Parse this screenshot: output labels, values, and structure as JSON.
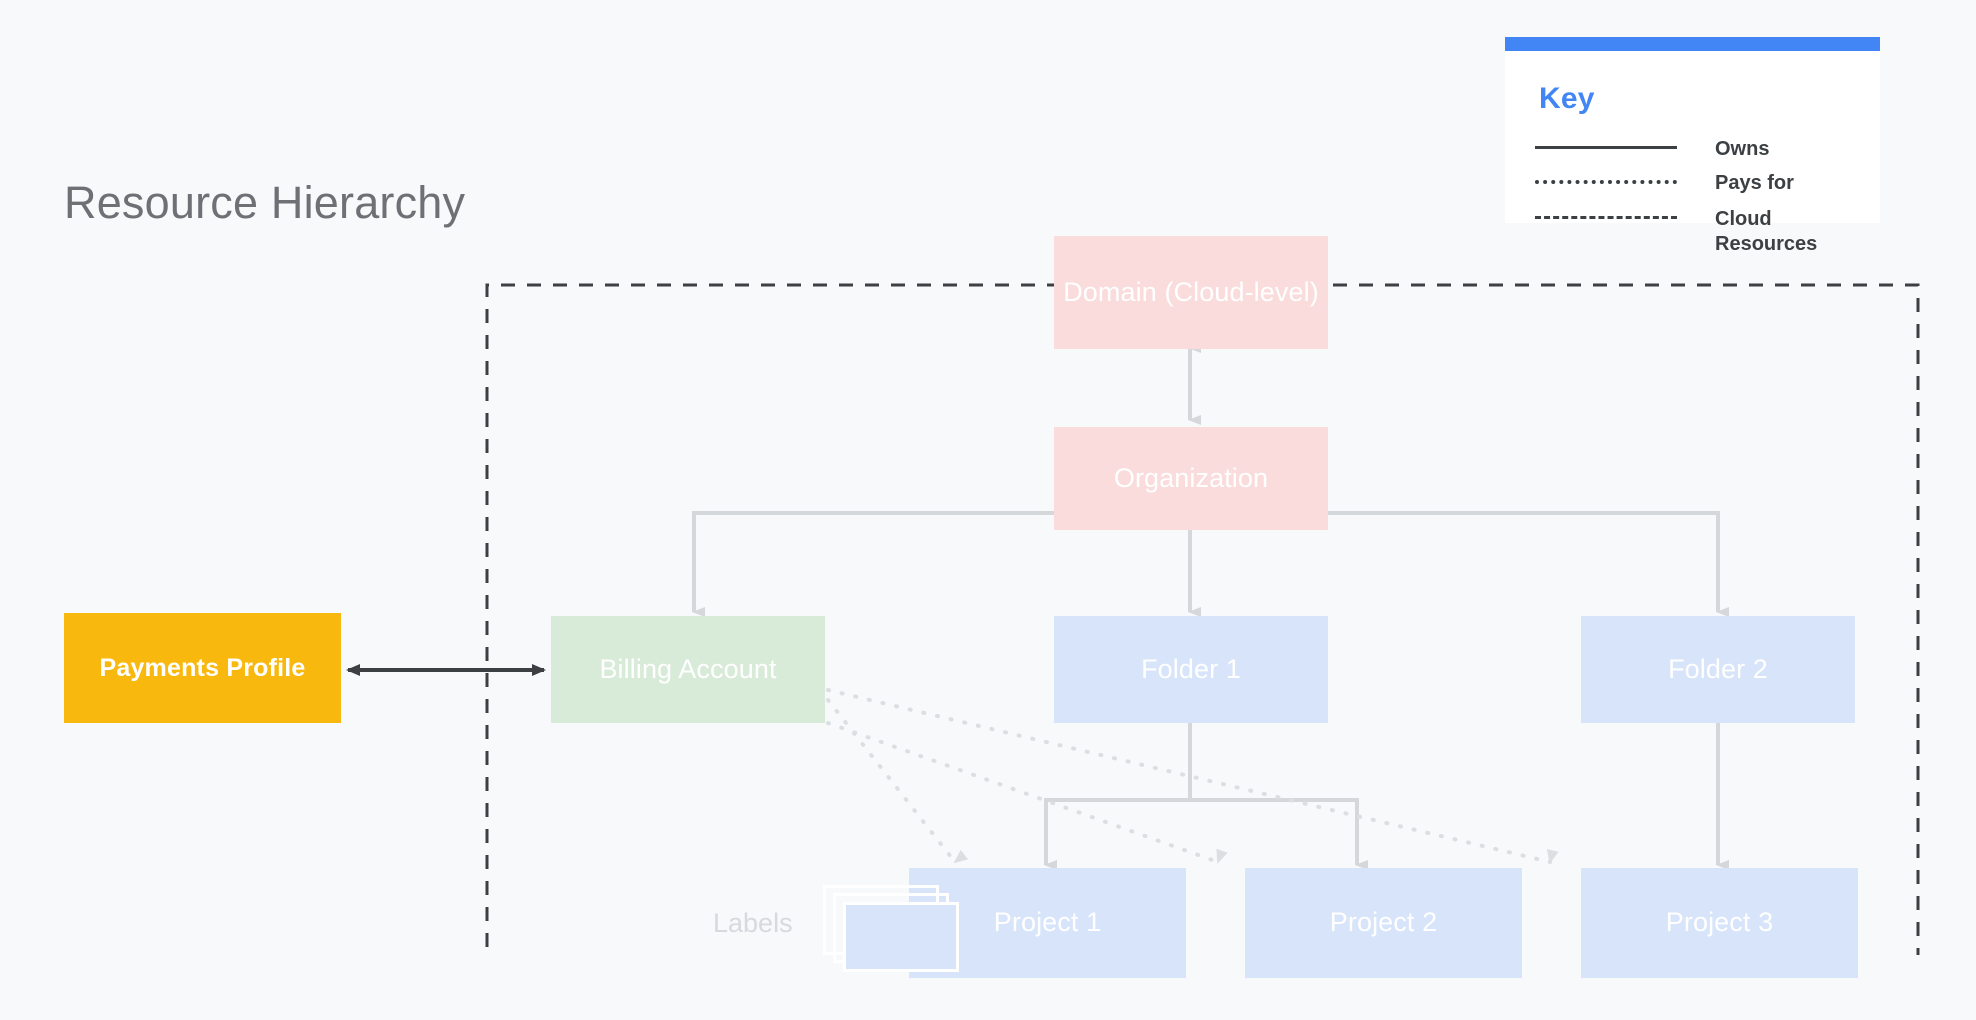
{
  "page": {
    "title": "Resource Hierarchy",
    "background_color": "#f7f9fa",
    "title_color": "#6d7175"
  },
  "key": {
    "title": "Key",
    "accent_color": "#4285f4",
    "rows": [
      {
        "style": "solid",
        "label": "Owns"
      },
      {
        "style": "dotted",
        "label": "Pays for"
      },
      {
        "style": "dashed",
        "label": "Cloud Resources"
      }
    ]
  },
  "diagram": {
    "type": "hierarchy",
    "boundary": {
      "name": "cloud-resources-boundary",
      "style": "dashed",
      "color": "#3c4043"
    },
    "nodes": [
      {
        "id": "domain",
        "label": "Domain (Cloud-level)",
        "color": "#f9dcdb",
        "text_color": "#ffffff"
      },
      {
        "id": "organization",
        "label": "Organization",
        "color": "#f9dcdb",
        "text_color": "#ffffff"
      },
      {
        "id": "billing_account",
        "label": "Billing Account",
        "color": "#d8ead8",
        "text_color": "#ffffff"
      },
      {
        "id": "folder_1",
        "label": "Folder 1",
        "color": "#d7e4fa",
        "text_color": "#ffffff"
      },
      {
        "id": "folder_2",
        "label": "Folder 2",
        "color": "#d7e4fa",
        "text_color": "#ffffff"
      },
      {
        "id": "project_1",
        "label": "Project 1",
        "color": "#d7e4fa",
        "text_color": "#ffffff"
      },
      {
        "id": "project_2",
        "label": "Project 2",
        "color": "#d7e4fa",
        "text_color": "#ffffff"
      },
      {
        "id": "project_3",
        "label": "Project 3",
        "color": "#d7e4fa",
        "text_color": "#ffffff"
      },
      {
        "id": "payments_profile",
        "label": "Payments Profile",
        "color": "#f9b80e",
        "text_color": "#ffffff"
      }
    ],
    "annotations": [
      {
        "id": "labels",
        "label": "Labels",
        "text_color": "#d6dade"
      }
    ],
    "edges": [
      {
        "from": "payments_profile",
        "to": "billing_account",
        "style": "solid",
        "arrow": "both",
        "relation": "Owns"
      },
      {
        "from": "domain",
        "to": "organization",
        "style": "solid",
        "arrow": "both",
        "relation": "Owns"
      },
      {
        "from": "organization",
        "to": "billing_account",
        "style": "solid",
        "arrow": "end",
        "relation": "Owns"
      },
      {
        "from": "organization",
        "to": "folder_1",
        "style": "solid",
        "arrow": "end",
        "relation": "Owns"
      },
      {
        "from": "organization",
        "to": "folder_2",
        "style": "solid",
        "arrow": "end",
        "relation": "Owns"
      },
      {
        "from": "folder_1",
        "to": "project_1",
        "style": "solid",
        "arrow": "end",
        "relation": "Owns"
      },
      {
        "from": "folder_1",
        "to": "project_2",
        "style": "solid",
        "arrow": "end",
        "relation": "Owns"
      },
      {
        "from": "folder_2",
        "to": "project_3",
        "style": "solid",
        "arrow": "end",
        "relation": "Owns"
      },
      {
        "from": "billing_account",
        "to": "project_1",
        "style": "dotted",
        "arrow": "end",
        "relation": "Pays for"
      },
      {
        "from": "billing_account",
        "to": "project_2",
        "style": "dotted",
        "arrow": "end",
        "relation": "Pays for"
      },
      {
        "from": "billing_account",
        "to": "project_3",
        "style": "dotted",
        "arrow": "end",
        "relation": "Pays for"
      }
    ]
  }
}
